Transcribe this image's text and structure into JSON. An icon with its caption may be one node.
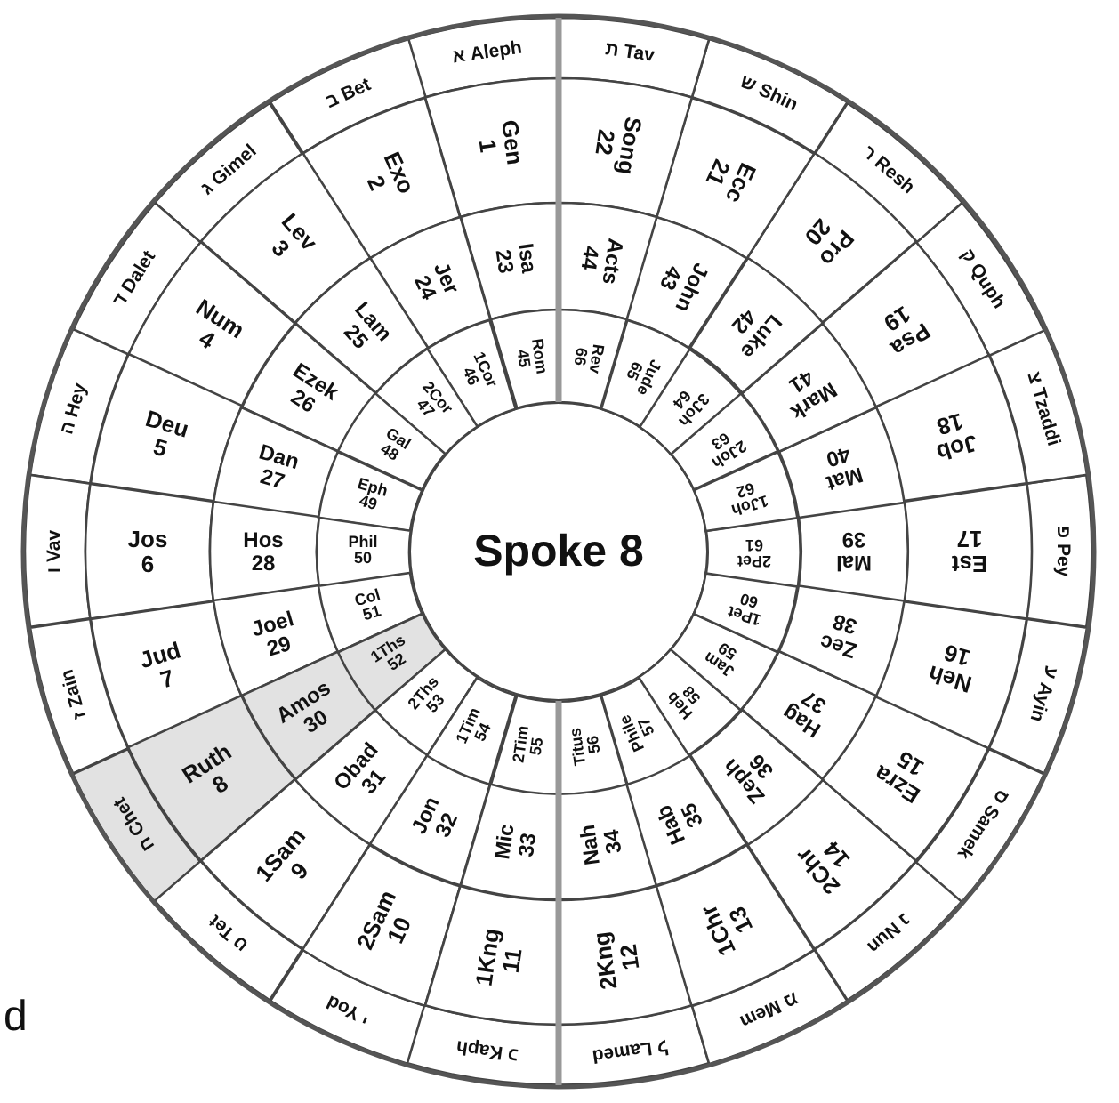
{
  "diagram": {
    "nodes": [
      {
        "text": [
          "א Aleph"
        ]
      },
      {
        "text": [
          "ב Bet"
        ]
      },
      {
        "text": [
          "ג Gimel"
        ]
      },
      {
        "text": [
          "ד Dalet"
        ]
      },
      {
        "text": [
          "ה Hey"
        ]
      },
      {
        "text": [
          "ו Vav"
        ]
      },
      {
        "text": [
          "ז Zain"
        ]
      },
      {
        "text": [
          "ח Chet"
        ]
      },
      {
        "text": [
          "ט Tet"
        ]
      },
      {
        "text": [
          "י Yod"
        ]
      },
      {
        "text": [
          "כ Kaph"
        ]
      },
      {
        "text": [
          "ל Lamed"
        ]
      },
      {
        "text": [
          "מ Mem"
        ]
      },
      {
        "text": [
          "נ Nun"
        ]
      },
      {
        "text": [
          "ס Samek"
        ]
      },
      {
        "text": [
          "ע Ayin"
        ]
      },
      {
        "text": [
          "פ Pey"
        ]
      },
      {
        "text": [
          "צ Tzaddi"
        ]
      },
      {
        "text": [
          "ק Quph"
        ]
      },
      {
        "text": [
          "ר Resh"
        ]
      },
      {
        "text": [
          "ש Shin"
        ]
      },
      {
        "text": [
          "ת Tav"
        ]
      },
      {
        "text": [
          "Gen",
          "1"
        ]
      },
      {
        "text": [
          "Exo",
          "2"
        ]
      },
      {
        "text": [
          "Lev",
          "3"
        ]
      },
      {
        "text": [
          "Num",
          "4"
        ]
      },
      {
        "text": [
          "Deu",
          "5"
        ]
      },
      {
        "text": [
          "Jos",
          "6"
        ]
      },
      {
        "text": [
          "Jud",
          "7"
        ]
      },
      {
        "text": [
          "Ruth",
          "8"
        ]
      },
      {
        "text": [
          "1Sam",
          "9"
        ]
      },
      {
        "text": [
          "2Sam",
          "10"
        ]
      },
      {
        "text": [
          "1Kng",
          "11"
        ]
      },
      {
        "text": [
          "2Kng",
          "12"
        ]
      },
      {
        "text": [
          "1Chr",
          "13"
        ]
      },
      {
        "text": [
          "2Chr",
          "14"
        ]
      },
      {
        "text": [
          "Ezra",
          "15"
        ]
      },
      {
        "text": [
          "Neh",
          "16"
        ]
      },
      {
        "text": [
          "Est",
          "17"
        ]
      },
      {
        "text": [
          "Job",
          "18"
        ]
      },
      {
        "text": [
          "Psa",
          "19"
        ]
      },
      {
        "text": [
          "Pro",
          "20"
        ]
      },
      {
        "text": [
          "Ecc",
          "21"
        ]
      },
      {
        "text": [
          "Song",
          "22"
        ]
      },
      {
        "text": [
          "Isa",
          "23"
        ]
      },
      {
        "text": [
          "Jer",
          "24"
        ]
      },
      {
        "text": [
          "Lam",
          "25"
        ]
      },
      {
        "text": [
          "Ezek",
          "26"
        ]
      },
      {
        "text": [
          "Dan",
          "27"
        ]
      },
      {
        "text": [
          "Hos",
          "28"
        ]
      },
      {
        "text": [
          "Joel",
          "29"
        ]
      },
      {
        "text": [
          "Amos",
          "30"
        ]
      },
      {
        "text": [
          "Obad",
          "31"
        ]
      },
      {
        "text": [
          "Jon",
          "32"
        ]
      },
      {
        "text": [
          "Mic",
          "33"
        ]
      },
      {
        "text": [
          "Nah",
          "34"
        ]
      },
      {
        "text": [
          "Hab",
          "35"
        ]
      },
      {
        "text": [
          "Zeph",
          "36"
        ]
      },
      {
        "text": [
          "Hag",
          "37"
        ]
      },
      {
        "text": [
          "Zec",
          "38"
        ]
      },
      {
        "text": [
          "Mal",
          "39"
        ]
      },
      {
        "text": [
          "Mat",
          "40"
        ]
      },
      {
        "text": [
          "Mark",
          "41"
        ]
      },
      {
        "text": [
          "Luke",
          "42"
        ]
      },
      {
        "text": [
          "John",
          "43"
        ]
      },
      {
        "text": [
          "Acts",
          "44"
        ]
      },
      {
        "text": [
          "Rom",
          "45"
        ]
      },
      {
        "text": [
          "1Cor",
          "46"
        ]
      },
      {
        "text": [
          "2Cor",
          "47"
        ]
      },
      {
        "text": [
          "Gal",
          "48"
        ]
      },
      {
        "text": [
          "Eph",
          "49"
        ]
      },
      {
        "text": [
          "Phil",
          "50"
        ]
      },
      {
        "text": [
          "Col",
          "51"
        ]
      },
      {
        "text": [
          "1Ths",
          "52"
        ]
      },
      {
        "text": [
          "2Ths",
          "53"
        ]
      },
      {
        "text": [
          "1Tim",
          "54"
        ]
      },
      {
        "text": [
          "2Tim",
          "55"
        ]
      },
      {
        "text": [
          "Titus",
          "56"
        ]
      },
      {
        "text": [
          "Phile",
          "57"
        ]
      },
      {
        "text": [
          "Heb",
          "58"
        ]
      },
      {
        "text": [
          "Jam",
          "59"
        ]
      },
      {
        "text": [
          "1Pet",
          "60"
        ]
      },
      {
        "text": [
          "2Pet",
          "61"
        ]
      },
      {
        "text": [
          "1Joh",
          "62"
        ]
      },
      {
        "text": [
          "2Joh",
          "63"
        ]
      },
      {
        "text": [
          "3Joh",
          "64"
        ]
      },
      {
        "text": [
          "Jude",
          "65"
        ]
      },
      {
        "text": [
          "Rev",
          "66"
        ]
      },
      {
        "text": [
          "Spoke 8"
        ]
      }
    ],
    "labels": [
      "d"
    ]
  }
}
